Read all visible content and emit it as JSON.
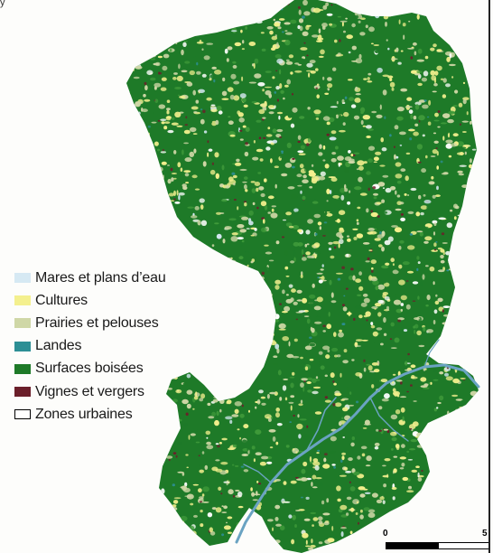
{
  "map": {
    "header_text": "y",
    "legend": [
      {
        "label": "Mares et plans d’eau",
        "color": "#d6e9f3"
      },
      {
        "label": "Cultures",
        "color": "#f4f08e"
      },
      {
        "label": "Prairies et pelouses",
        "color": "#cfd7a6"
      },
      {
        "label": "Landes",
        "color": "#2d8f95"
      },
      {
        "label": "Surfaces boisées",
        "color": "#1e7a28"
      },
      {
        "label": "Vignes et vergers",
        "color": "#6b1f2a"
      },
      {
        "label": "Zones urbaines",
        "color": "#ffffff"
      }
    ],
    "scale": {
      "label_start": "0",
      "label_end": "5"
    },
    "colors": {
      "river": "#6aa3c2",
      "urban_outline": "#000000",
      "background": "#fdfdfb"
    }
  }
}
